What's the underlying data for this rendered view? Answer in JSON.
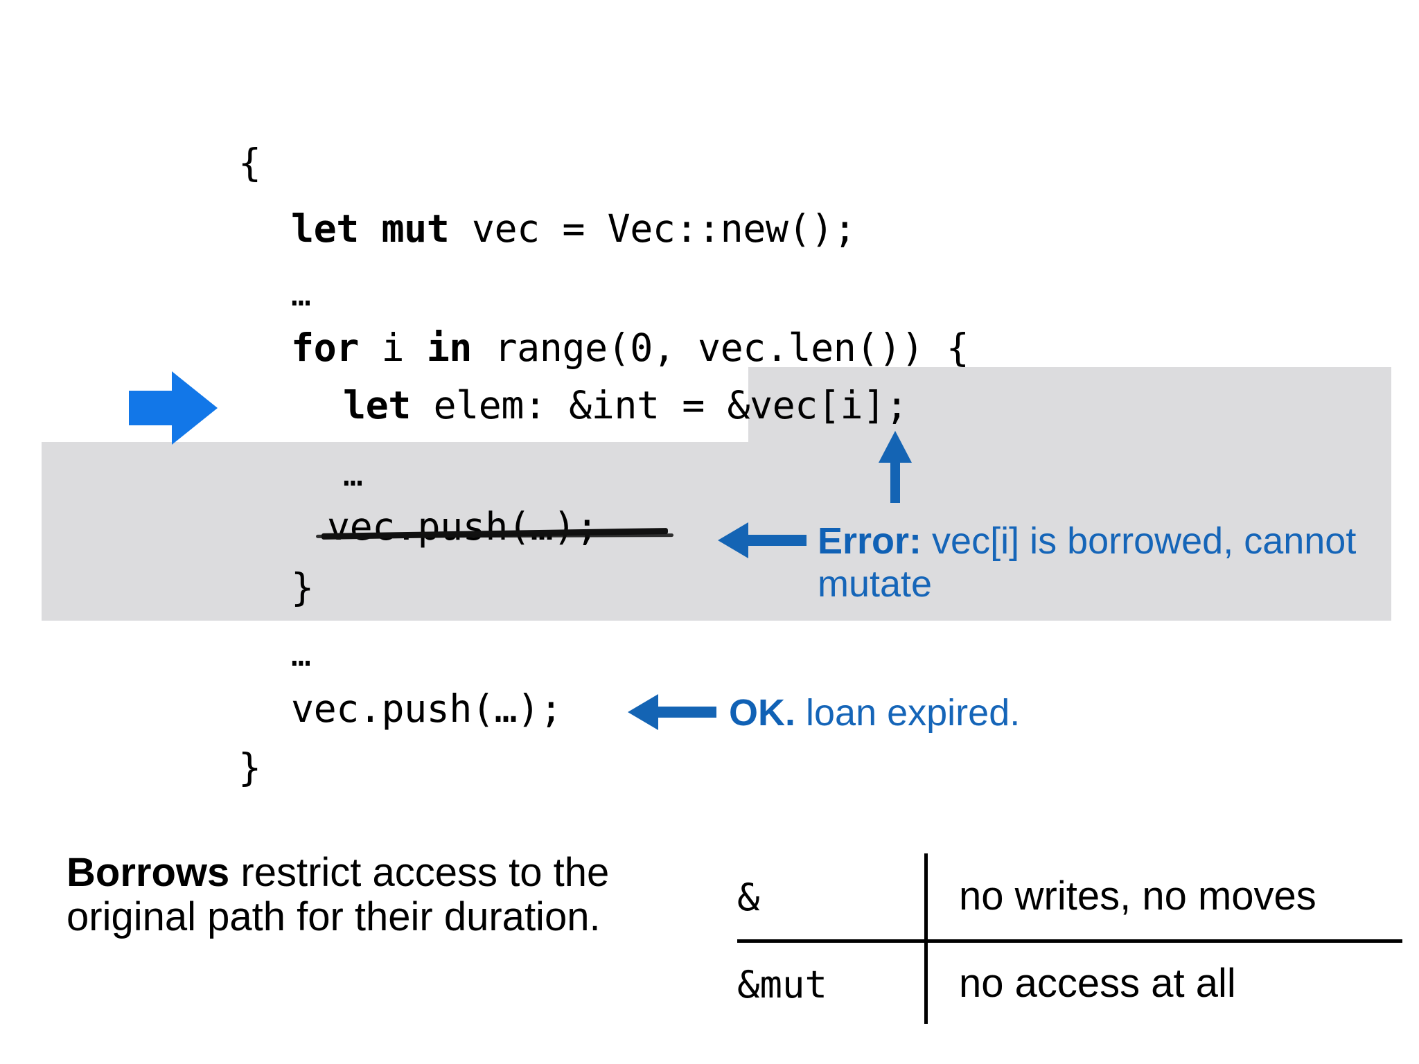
{
  "code": {
    "lines": [
      {
        "id": "open-brace",
        "text": "{"
      },
      {
        "id": "let-mut",
        "text": "let mut vec = Vec::new();"
      },
      {
        "id": "ellipsis-1",
        "text": "…"
      },
      {
        "id": "for",
        "text": "for i in range(0, vec.len()) {"
      },
      {
        "id": "let-elem",
        "text": "let elem: &int = &vec[i];"
      },
      {
        "id": "ellipsis-2",
        "text": "…"
      },
      {
        "id": "vec-push-struck",
        "text": "vec.push(…);"
      },
      {
        "id": "close-brace-inner",
        "text": "}"
      },
      {
        "id": "ellipsis-3",
        "text": "…"
      },
      {
        "id": "vec-push-ok",
        "text": "vec.push(…);"
      },
      {
        "id": "close-brace-outer",
        "text": "}"
      }
    ],
    "tokens": {
      "let": "let",
      "mut": "mut",
      "let_mut_rest": " vec = Vec::new();",
      "for": "for",
      "for_mid": " i ",
      "in": "in",
      "for_rest": " range(0, vec.len()) {",
      "let_elem_kw": "let",
      "let_elem_mid": " elem: &int = ",
      "let_elem_val": "&vec[i];"
    }
  },
  "annotations": {
    "error": {
      "label": "Error:",
      "text": " vec[i] is borrowed, cannot mutate"
    },
    "ok": {
      "label": "OK.",
      "text": " loan expired."
    }
  },
  "summary": {
    "lead": "Borrows",
    "rest": " restrict access to the original path for their duration."
  },
  "table": {
    "rows": [
      {
        "key": "&",
        "value": "no writes, no moves"
      },
      {
        "key": "&mut",
        "value": "no access at all"
      }
    ]
  },
  "icons": {
    "arrow-right-big": "arrow-right-icon",
    "arrow-up-vec": "arrow-up-icon",
    "arrow-left-error": "arrow-left-icon",
    "arrow-left-ok": "arrow-left-icon"
  },
  "colors": {
    "annotation_blue": "#1565b8",
    "annotation_blue_bold": "#1061b5",
    "arrow_blue_big": "#1277e8",
    "arrow_blue": "#1464b4",
    "highlight_gray": "#dcdcde",
    "text_black": "#000000",
    "background": "#ffffff"
  }
}
